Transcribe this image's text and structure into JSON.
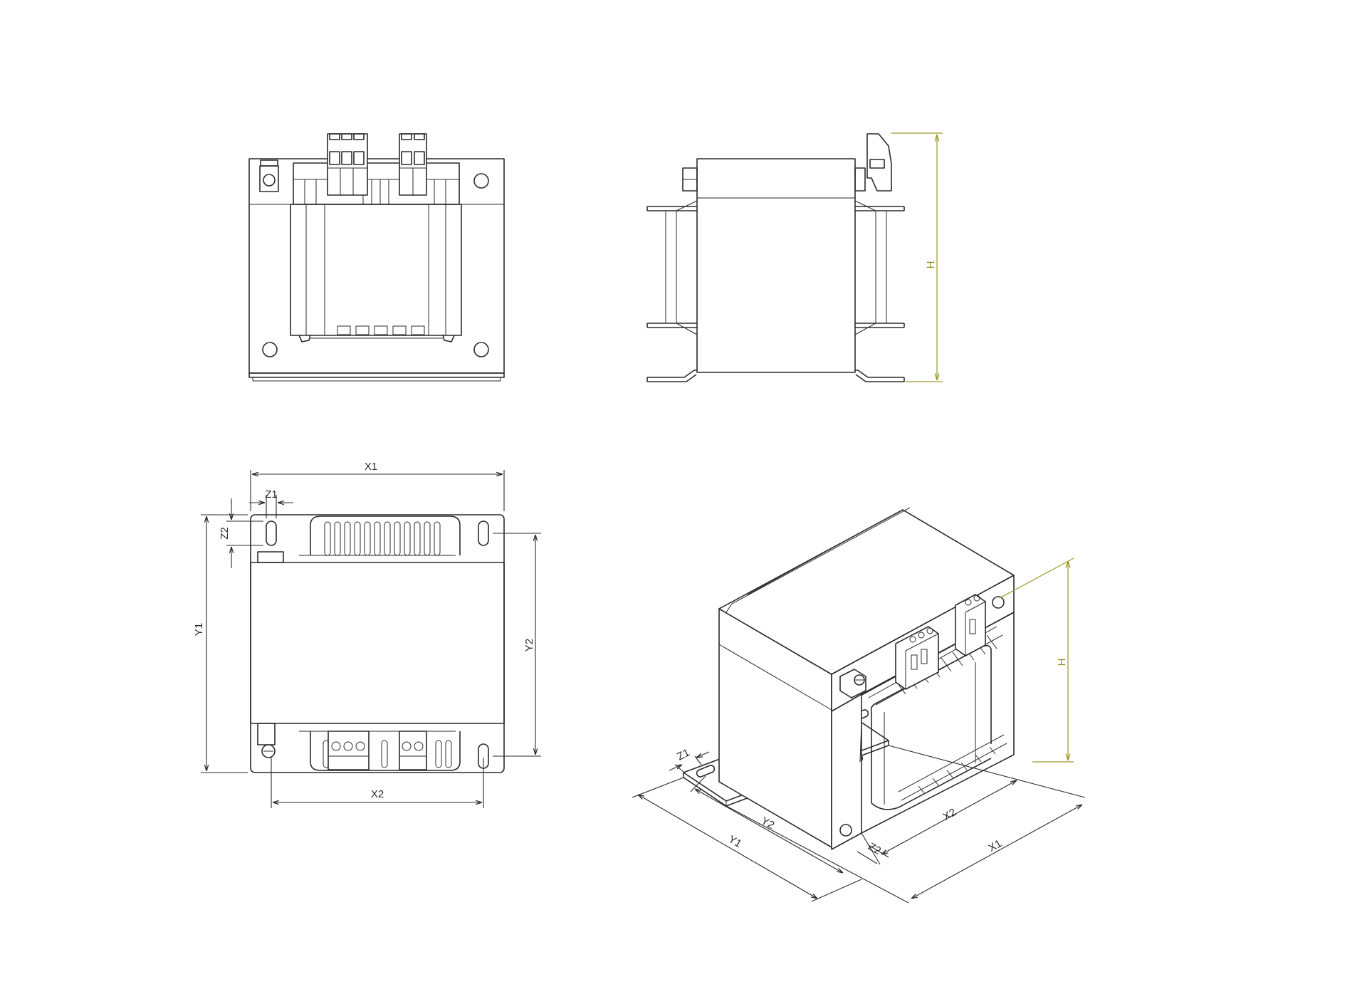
{
  "labels": {
    "x1": "X1",
    "x2": "X2",
    "y1": "Y1",
    "y2": "Y2",
    "z1": "Z1",
    "z2": "Z2",
    "h": "H"
  },
  "colors": {
    "line": "#2b2b2b",
    "height_dimension": "#9a9a2a",
    "background": "#ffffff"
  }
}
